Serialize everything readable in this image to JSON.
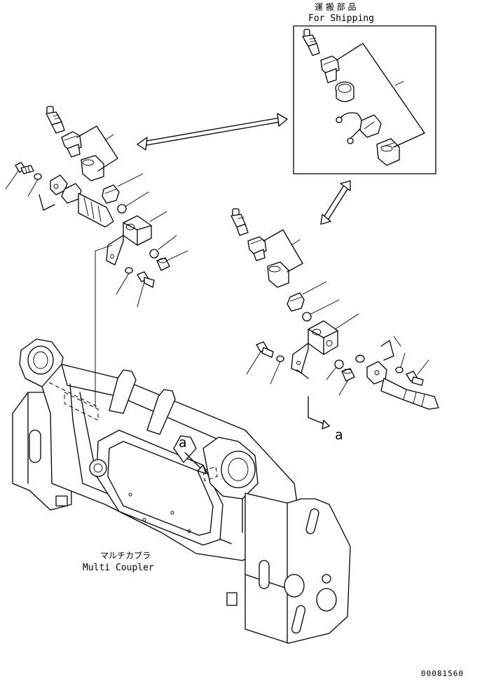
{
  "labels": {
    "shipping_jp": "運 搬 部 品",
    "shipping_en": "For Shipping",
    "coupler_jp": "マルチカプラ",
    "coupler_en": "Multi Coupler",
    "view_a_arrow": "a",
    "view_a_frame": "a",
    "drawing_no": "00081560"
  }
}
